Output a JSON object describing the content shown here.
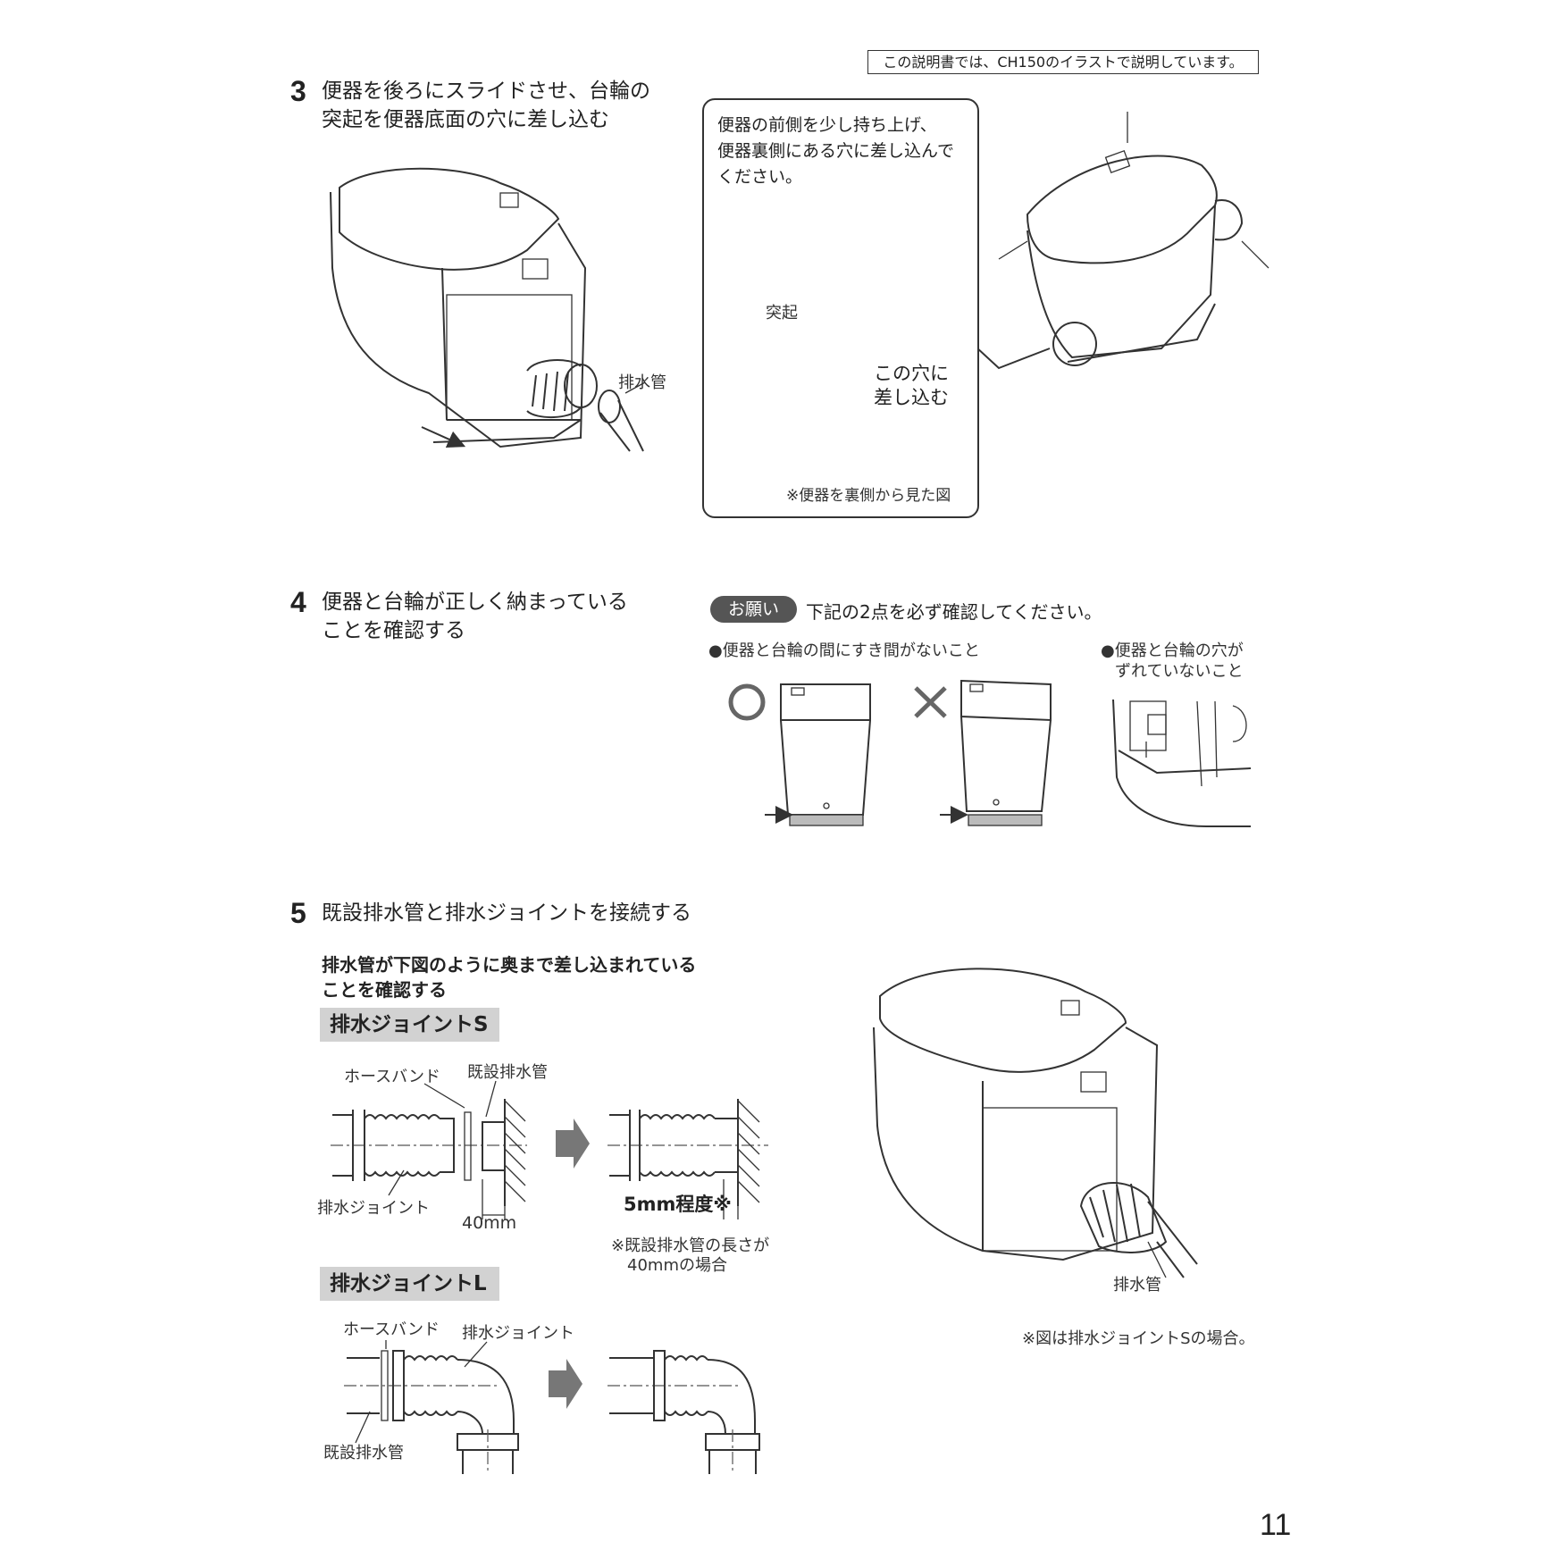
{
  "header_note": "この説明書では、CH150のイラストで説明しています。",
  "page_number": "11",
  "step3": {
    "number": "3",
    "line1": "便器を後ろにスライドさせ、台輪の",
    "line2": "突起を便器底面の穴に差し込む",
    "label_pipe": "排水管",
    "callout_line1": "便器の前側を少し持ち上げ、",
    "callout_line2": "便器裏側にある穴に差し込んで",
    "callout_line3": "ください。",
    "label_protrusion": "突起",
    "label_hole_line1": "この穴に",
    "label_hole_line2": "差し込む",
    "bottom_note": "※便器を裏側から見た図"
  },
  "step4": {
    "number": "4",
    "line1": "便器と台輪が正しく納まっている",
    "line2": "ことを確認する",
    "request_badge": "お願い",
    "request_text": "下記の2点を必ず確認してください。",
    "check1": "●便器と台輪の間にすき間がないこと",
    "check2_line1": "●便器と台輪の穴が",
    "check2_line2": "ずれていないこと",
    "ok_mark": "○",
    "ng_mark": "×"
  },
  "step5": {
    "number": "5",
    "title": "既設排水管と排水ジョイントを接続する",
    "sub_line1": "排水管が下図のように奥まで差し込まれている",
    "sub_line2": "ことを確認する",
    "section_s": "排水ジョイントS",
    "label_hose_band_s": "ホースバンド",
    "label_existing_pipe_s": "既設排水管",
    "label_joint_s": "排水ジョイント",
    "dim_40": "40mm",
    "dim_5mm": "5mm程度※",
    "note_40_line1": "※既設排水管の長さが",
    "note_40_line2": "40mmの場合",
    "section_l": "排水ジョイントL",
    "label_hose_band_l": "ホースバンド",
    "label_joint_l": "排水ジョイント",
    "label_existing_pipe_l": "既設排水管",
    "label_pipe_right": "排水管",
    "note_right": "※図は排水ジョイントSの場合。"
  }
}
